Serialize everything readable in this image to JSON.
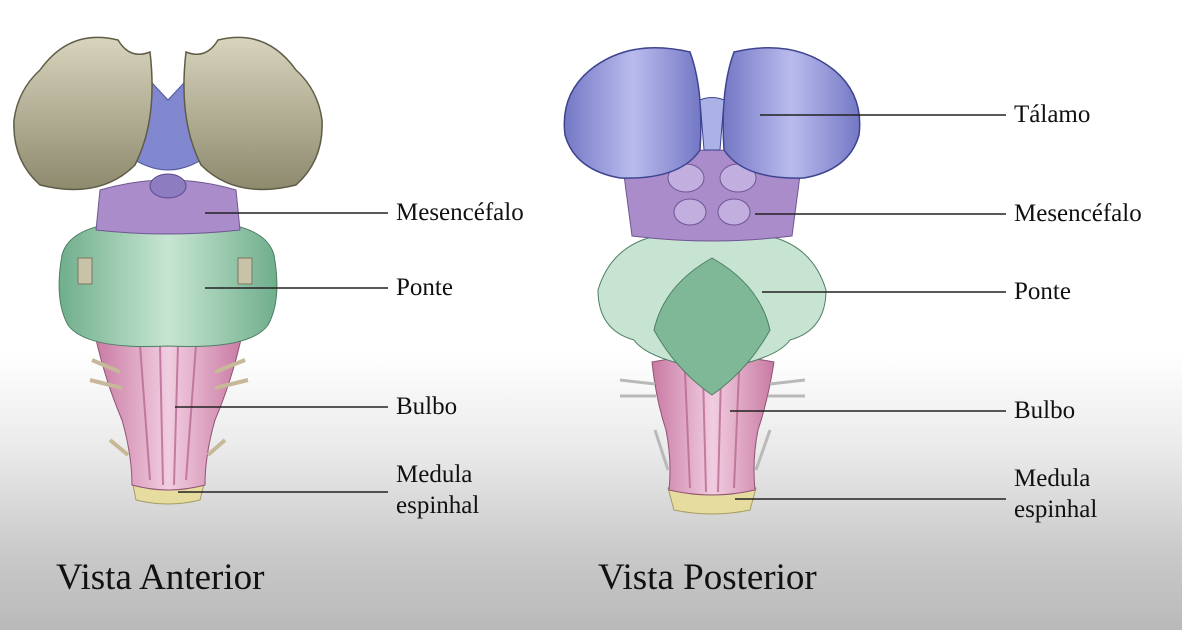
{
  "anterior": {
    "caption": "Vista Anterior",
    "labels": {
      "mesencefalo": "Mesencéfalo",
      "ponte": "Ponte",
      "bulbo": "Bulbo",
      "medula": "Medula\nespinhal"
    }
  },
  "posterior": {
    "caption": "Vista Posterior",
    "labels": {
      "talamo": "Tálamo",
      "mesencefalo": "Mesencéfalo",
      "ponte": "Ponte",
      "bulbo": "Bulbo",
      "medula": "Medula\nespinhal"
    }
  },
  "colors": {
    "thalamus_anterior": "#b9b59b",
    "thalamus_posterior": "#8e90d0",
    "midbrain": "#a98cc9",
    "pons": "#8fc4a5",
    "medulla": "#df9fbe",
    "spinal_cord": "#e7dca0"
  }
}
